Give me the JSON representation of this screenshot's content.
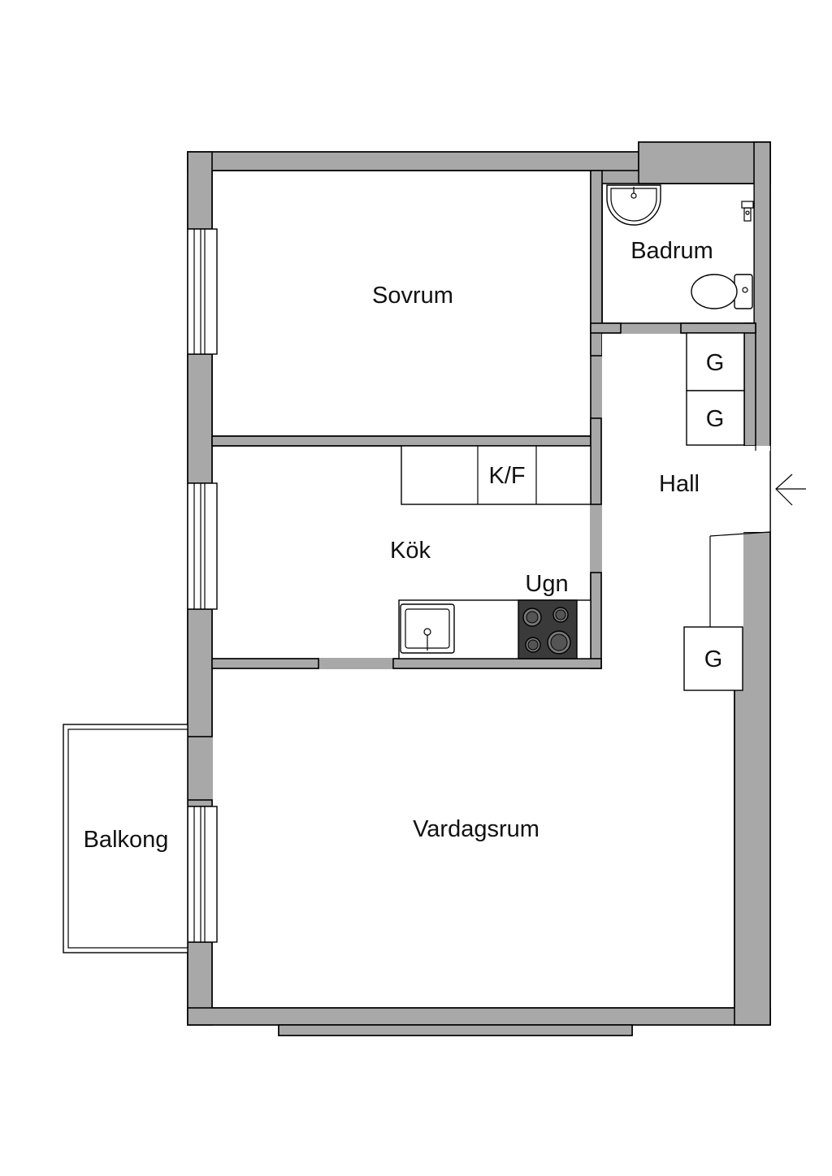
{
  "floor_plan": {
    "rooms": {
      "sovrum": "Sovrum",
      "badrum": "Badrum",
      "hall": "Hall",
      "kok": "Kök",
      "vardagsrum": "Vardagsrum",
      "balkong": "Balkong"
    },
    "fixtures": {
      "kyl_frys": "K/F",
      "ugn": "Ugn",
      "garderob_1": "G",
      "garderob_2": "G",
      "garderob_3": "G"
    },
    "icons": {
      "entrance": "entrance-arrow-icon",
      "sink": "washbasin-icon",
      "toilet": "toilet-icon",
      "kitchen_sink": "kitchen-sink-icon",
      "stove": "stove-icon"
    },
    "colors": {
      "wall": "#a8a8a8",
      "floor": "#ffffff",
      "stove": "#3a3a3a",
      "line": "#000000"
    }
  }
}
